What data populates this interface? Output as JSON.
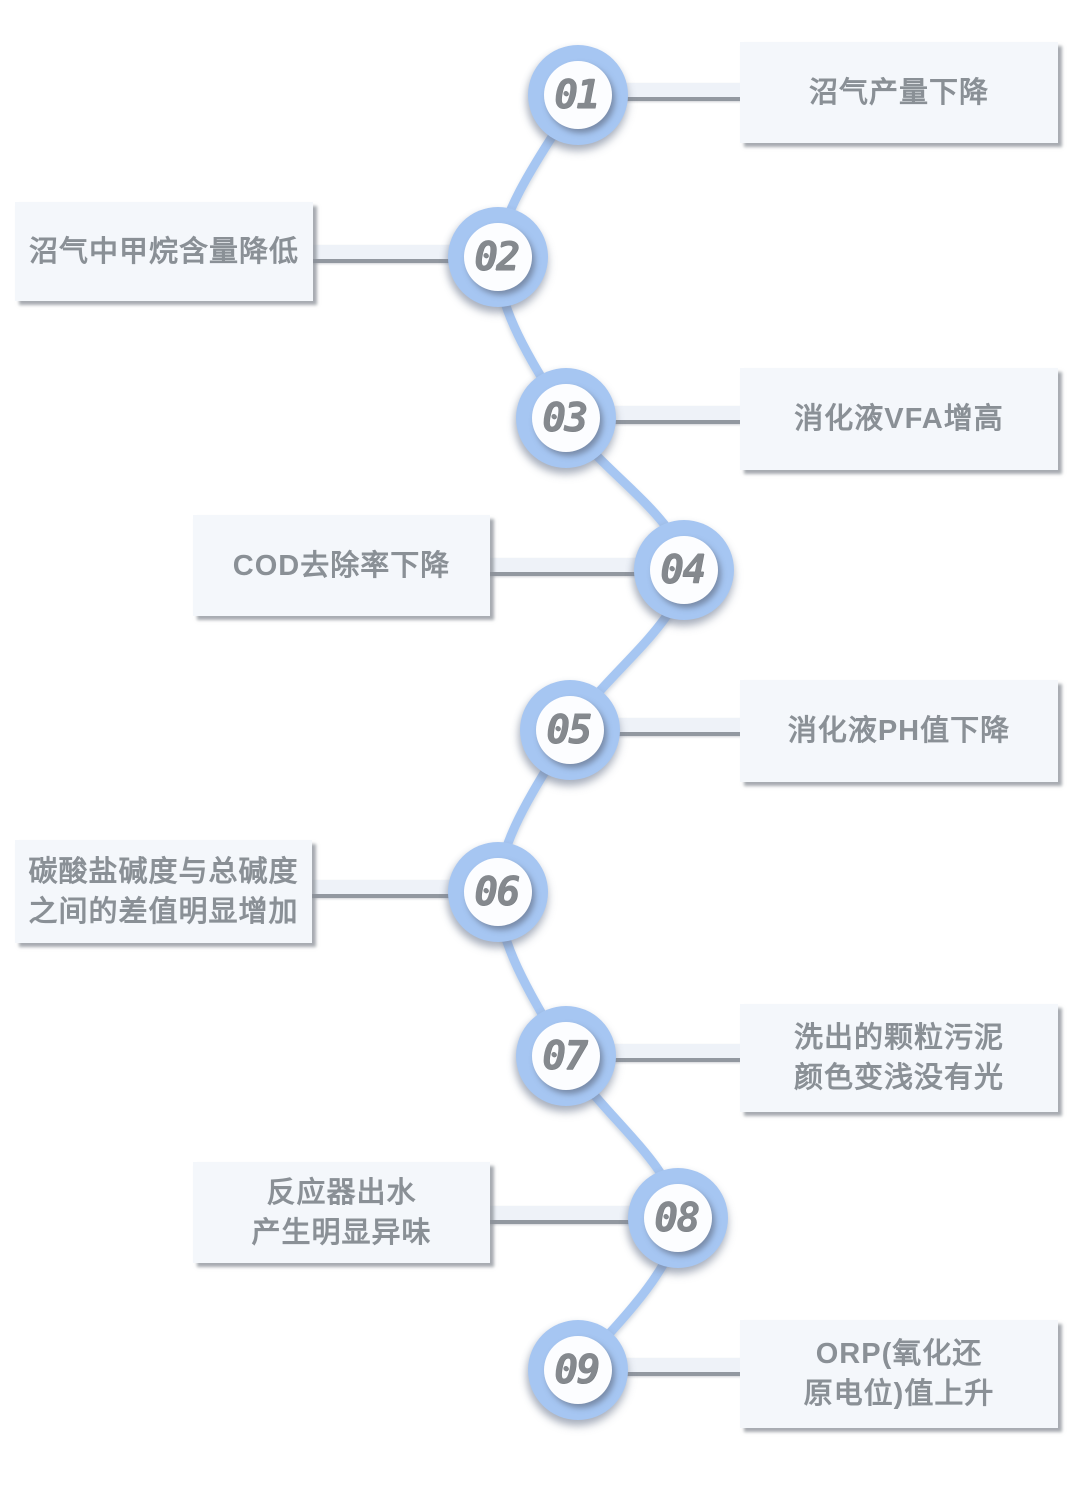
{
  "diagram": {
    "type": "vertical-serpentine-timeline",
    "background": "#ffffff",
    "palette": {
      "ring_blue": "#a6c6f2",
      "wave_line_blue": "#a6c6f2",
      "number_gray": "#85898e",
      "box_background": "#f4f7fb",
      "box_text_gray": "#8a9096",
      "connector_background": "#eef2f8",
      "connector_edge_gray": "#9298a0"
    },
    "steps": [
      {
        "num": "01",
        "side": "right",
        "lines": [
          "沼气产量下降"
        ]
      },
      {
        "num": "02",
        "side": "left",
        "lines": [
          "沼气中甲烷含量降低"
        ]
      },
      {
        "num": "03",
        "side": "right",
        "lines": [
          "消化液VFA增高"
        ]
      },
      {
        "num": "04",
        "side": "left",
        "lines": [
          "COD去除率下降"
        ]
      },
      {
        "num": "05",
        "side": "right",
        "lines": [
          "消化液PH值下降"
        ]
      },
      {
        "num": "06",
        "side": "left",
        "lines": [
          "碳酸盐碱度与总碱度",
          "之间的差值明显增加"
        ]
      },
      {
        "num": "07",
        "side": "right",
        "lines": [
          "洗出的颗粒污泥",
          "颜色变浅没有光"
        ]
      },
      {
        "num": "08",
        "side": "left",
        "lines": [
          "反应器出水",
          "产生明显异味"
        ]
      },
      {
        "num": "09",
        "side": "right",
        "lines": [
          "ORP(氧化还",
          "原电位)值上升"
        ]
      }
    ]
  }
}
